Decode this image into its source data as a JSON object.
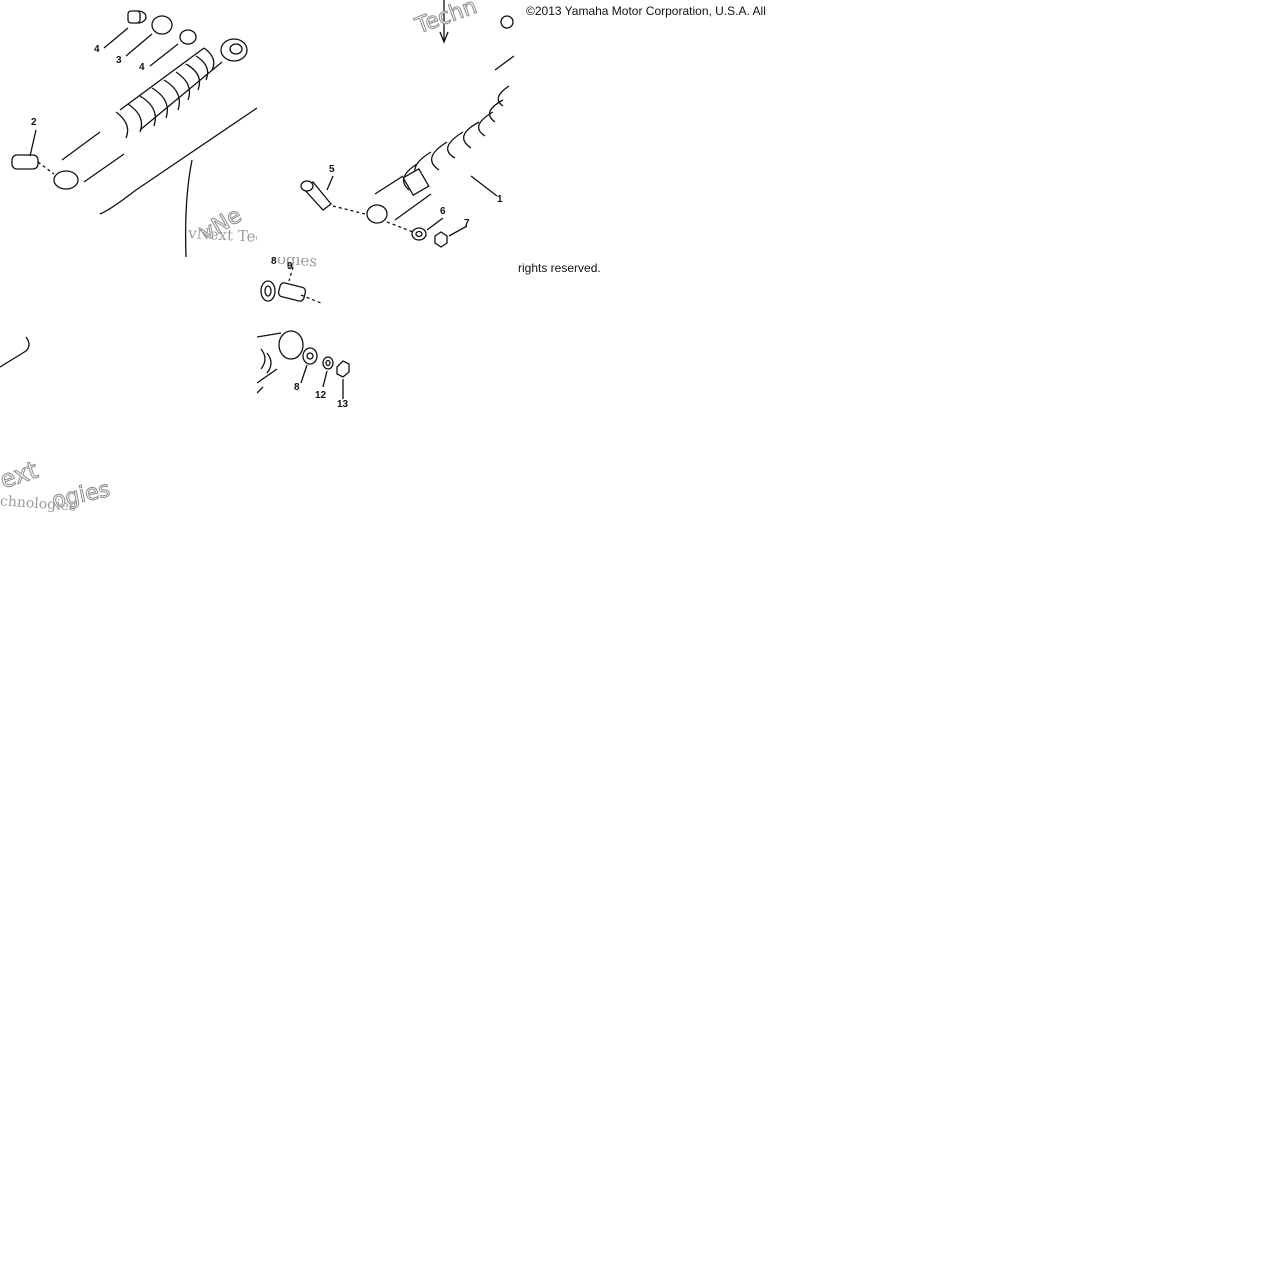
{
  "copyright": {
    "line1": "©2013 Yamaha Motor Corporation, U.S.A. All",
    "line2": "rights reserved."
  },
  "watermark": {
    "text_a": "vNext Technologies",
    "frag_tech": "Techn",
    "frag_vne": "vNe",
    "frag_ogies": "ogies",
    "frag_ext": "ext",
    "frag_chnologies": "chnologies",
    "frag_ogies2": "ogies"
  },
  "callouts": {
    "c1": "1",
    "c2": "2",
    "c3": "3",
    "c4a": "4",
    "c4b": "4",
    "c5": "5",
    "c6": "6",
    "c7": "7",
    "c8": "8",
    "c9": "9",
    "c11": "8",
    "c12": "12",
    "c13": "13"
  }
}
